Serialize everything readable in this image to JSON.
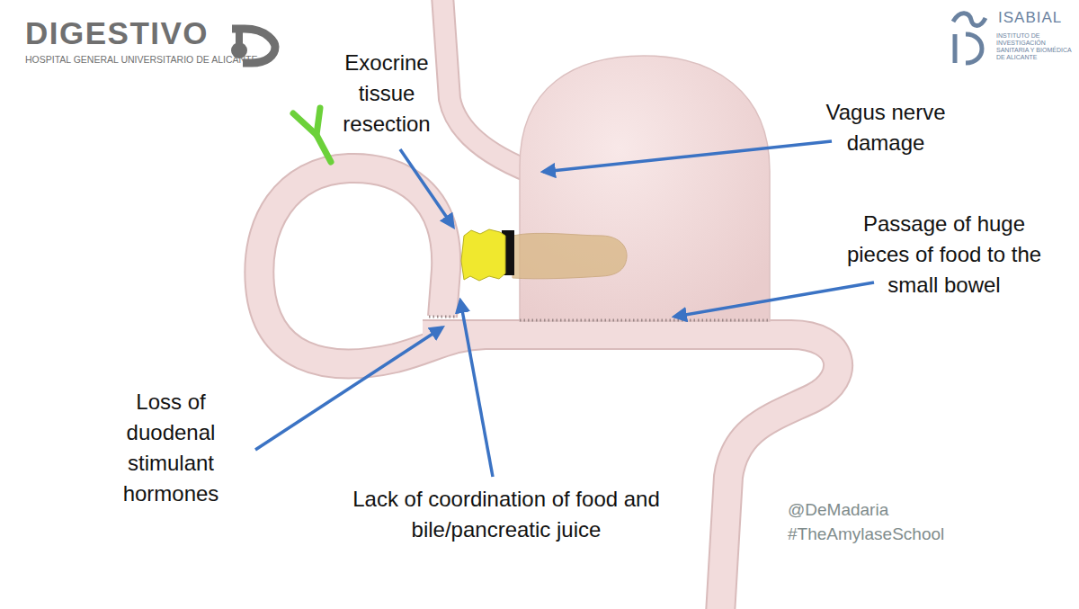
{
  "diagram": {
    "labels": [
      "DIGESTIVO",
      "HOSPITAL GENERAL UNIVERSITARIO DE ALICANTE",
      "ISABIAL",
      "INSTITUTO DE INVESTIGACIÓN SANITARIA Y BIOMÉDICA DE ALICANTE",
      "Exocrine tissue resection",
      "Vagus nerve damage",
      "Passage of huge pieces of food to the small bowel",
      "Loss of duodenal stimulant hormones",
      "Lack of coordination of food and bile/pancreatic juice",
      "@DeMadaria #TheAmylaseSchool"
    ]
  }
}
